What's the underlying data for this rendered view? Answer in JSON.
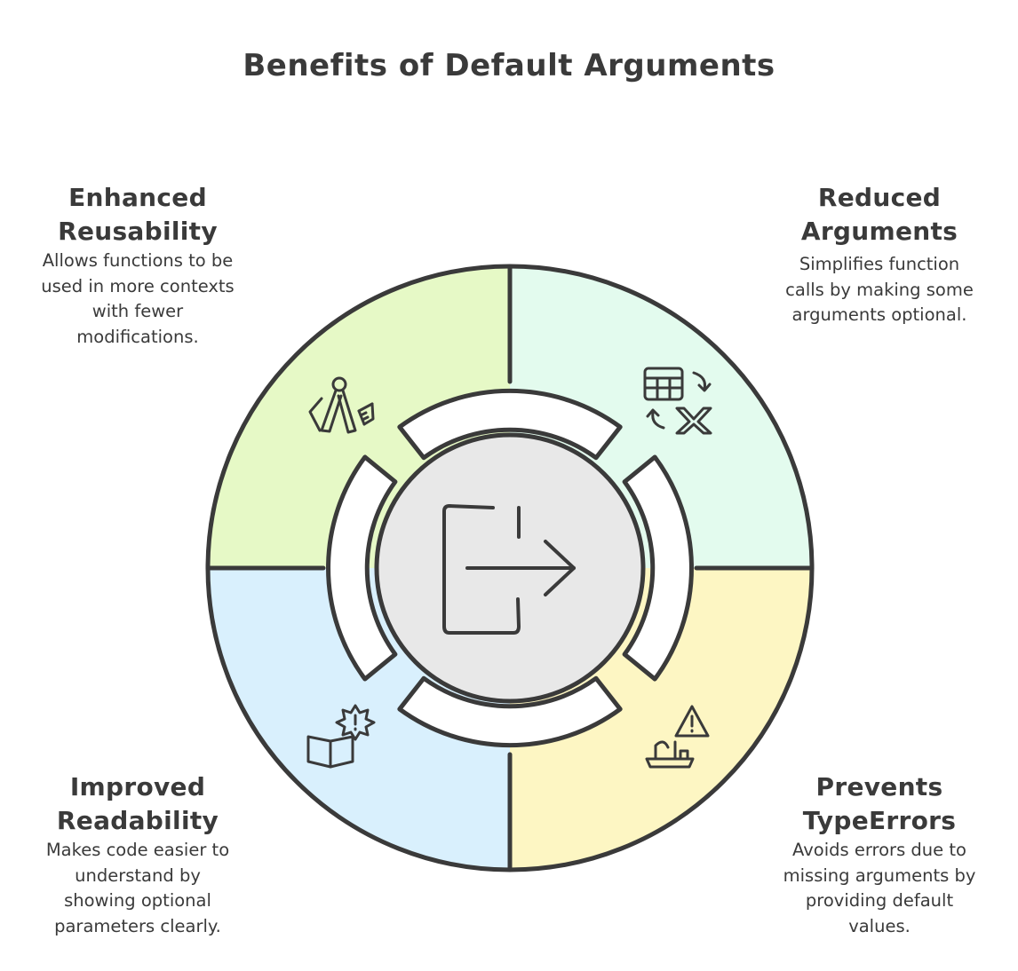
{
  "title": "Benefits of Default Arguments",
  "colors": {
    "outline": "#3a3a3a",
    "quadrant_top_left": "#e6f9c6",
    "quadrant_top_right": "#e3fbee",
    "quadrant_bottom_right": "#fdf6c3",
    "quadrant_bottom_left": "#d9f0fd",
    "center": "#e8e8e8",
    "ring": "#ffffff"
  },
  "center_icon": "exit-arrow-icon",
  "sections": {
    "top_left": {
      "heading_line1": "Enhanced",
      "heading_line2": "Reusability",
      "desc": [
        "Allows functions to be",
        "used in more contexts",
        "with fewer",
        "modifications."
      ],
      "icon": "multitool-icon"
    },
    "top_right": {
      "heading_line1": "Reduced",
      "heading_line2": "Arguments",
      "desc": [
        "Simplifies function",
        "calls by making some",
        "arguments optional."
      ],
      "icon": "table-reduce-icon"
    },
    "bottom_left": {
      "heading_line1": "Improved",
      "heading_line2": "Readability",
      "desc": [
        "Makes code easier to",
        "understand by",
        "showing optional",
        "parameters clearly."
      ],
      "icon": "book-alert-icon"
    },
    "bottom_right": {
      "heading_line1": "Prevents",
      "heading_line2": "TypeErrors",
      "desc": [
        "Avoids errors due to",
        "missing arguments by",
        "providing default",
        "values."
      ],
      "icon": "warning-ship-icon"
    }
  }
}
